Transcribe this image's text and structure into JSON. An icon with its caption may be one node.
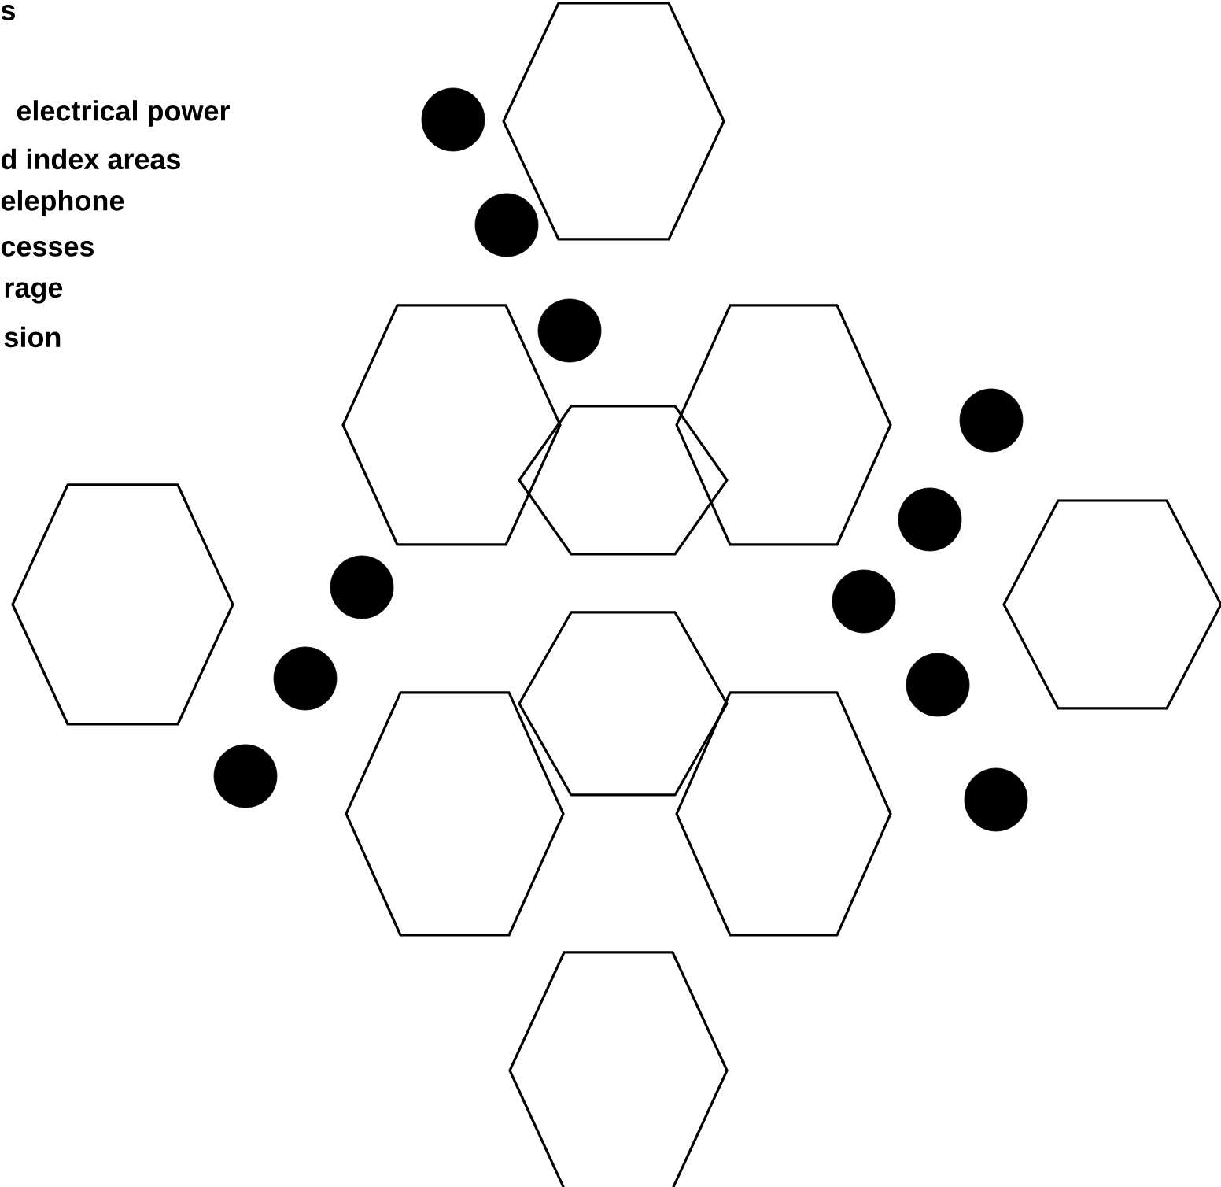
{
  "diagram": {
    "nodes": [
      {
        "text": [],
        "shape": "hexagon"
      },
      {
        "text": [],
        "shape": "circle"
      },
      {
        "text": [],
        "shape": "circle"
      },
      {
        "text": [],
        "shape": "circle"
      },
      {
        "text": [],
        "shape": "hexagon"
      },
      {
        "text": [],
        "shape": "hexagon"
      },
      {
        "text": [],
        "shape": "hexagon"
      },
      {
        "text": [],
        "shape": "circle"
      },
      {
        "text": [],
        "shape": "circle"
      },
      {
        "text": [],
        "shape": "circle"
      },
      {
        "text": [],
        "shape": "circle"
      },
      {
        "text": [],
        "shape": "circle"
      },
      {
        "text": [],
        "shape": "hexagon"
      },
      {
        "text": [],
        "shape": "hexagon"
      },
      {
        "text": [],
        "shape": "circle"
      },
      {
        "text": [],
        "shape": "circle"
      },
      {
        "text": [],
        "shape": "circle"
      },
      {
        "text": [],
        "shape": "hexagon"
      },
      {
        "text": [],
        "shape": "hexagon"
      },
      {
        "text": [],
        "shape": "hexagon"
      },
      {
        "text": [],
        "shape": "hexagon"
      }
    ],
    "labels": [
      "s",
      "electrical power",
      "d index areas",
      "elephone",
      "cesses",
      "rage",
      "sion"
    ]
  }
}
